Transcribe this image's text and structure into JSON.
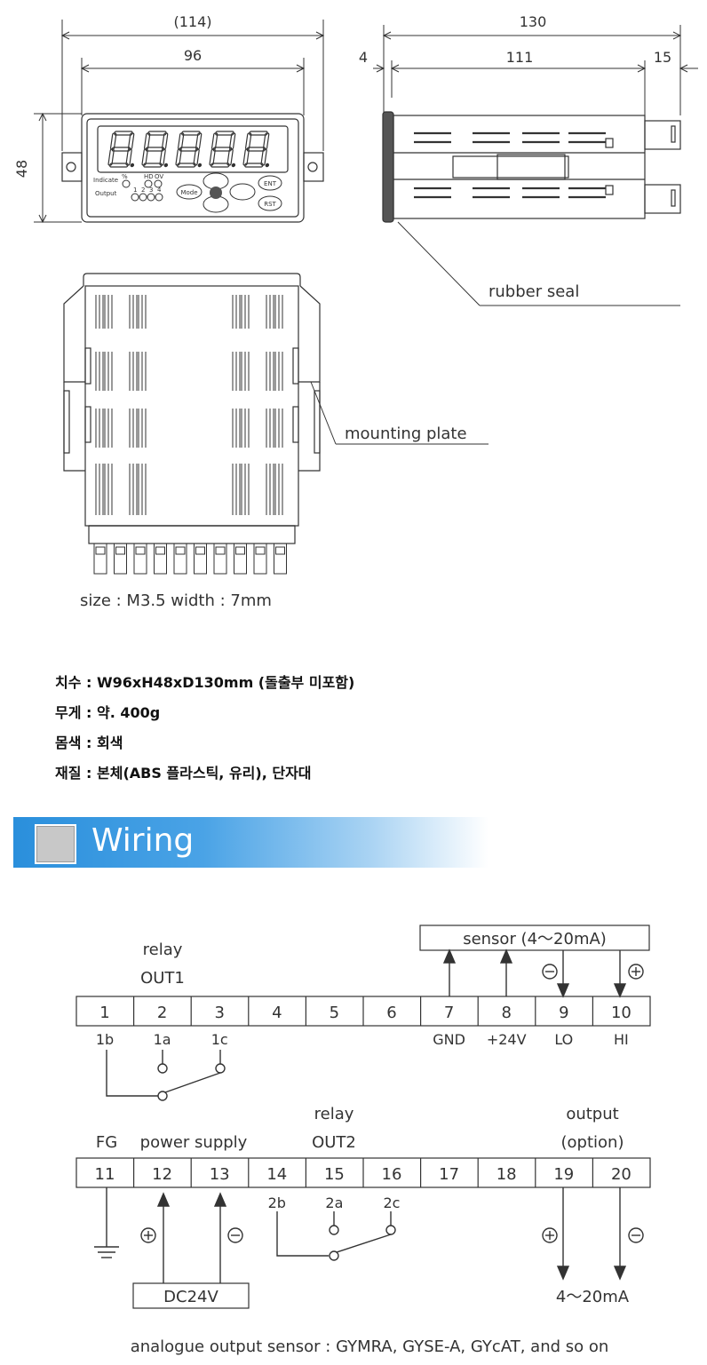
{
  "dimensions": {
    "front_total": "(114)",
    "front_width": "96",
    "front_height": "48",
    "side_total": "130",
    "side_front": "4",
    "side_body": "111",
    "side_rear": "15"
  },
  "panel": {
    "display_digits": [
      "8",
      "8",
      "8",
      "8",
      "8"
    ],
    "indicate_label": "Indicate",
    "indicate_sub": "%",
    "hd_label": "HD",
    "ov_label": "OV",
    "output_label": "Output",
    "output_numbers": [
      "1",
      "2",
      "3",
      "4"
    ],
    "mode_button": "Mode",
    "ent_button": "ENT",
    "rst_button": "RST"
  },
  "callouts": {
    "rubber_seal": "rubber seal",
    "mounting_plate": "mounting plate",
    "terminal_size": "size : M3.5   width : 7mm"
  },
  "specs": [
    {
      "label": "치수",
      "value": "W96xH48xD130mm (돌출부 미포함)"
    },
    {
      "label": "무게",
      "value": "약. 400g"
    },
    {
      "label": "몸색",
      "value": "회색"
    },
    {
      "label": "재질",
      "value": "본체(ABS 플라스틱, 유리), 단자대"
    }
  ],
  "section_title": "Wiring",
  "wiring": {
    "relay1_label": "relay",
    "relay1_sub": "OUT1",
    "sensor_box": "sensor (4～20mA)",
    "top_terminals": [
      "1",
      "2",
      "3",
      "4",
      "5",
      "6",
      "7",
      "8",
      "9",
      "10"
    ],
    "top_sub": [
      "1b",
      "1a",
      "1c",
      "",
      "",
      "",
      "GND",
      "+24V",
      "LO",
      "HI"
    ],
    "relay2_label": "relay",
    "relay2_sub": "OUT2",
    "output_label": "output",
    "output_sub": "(option)",
    "fg_label": "FG",
    "power_label": "power supply",
    "bottom_terminals": [
      "11",
      "12",
      "13",
      "14",
      "15",
      "16",
      "17",
      "18",
      "19",
      "20"
    ],
    "bottom_sub": [
      "",
      "",
      "",
      "2b",
      "2a",
      "2c",
      "",
      "",
      "",
      ""
    ],
    "dc_box": "DC24V",
    "current_label": "4～20mA",
    "footer": "analogue output sensor : GYMRA, GYSE-A, GYcAT, and so on"
  }
}
